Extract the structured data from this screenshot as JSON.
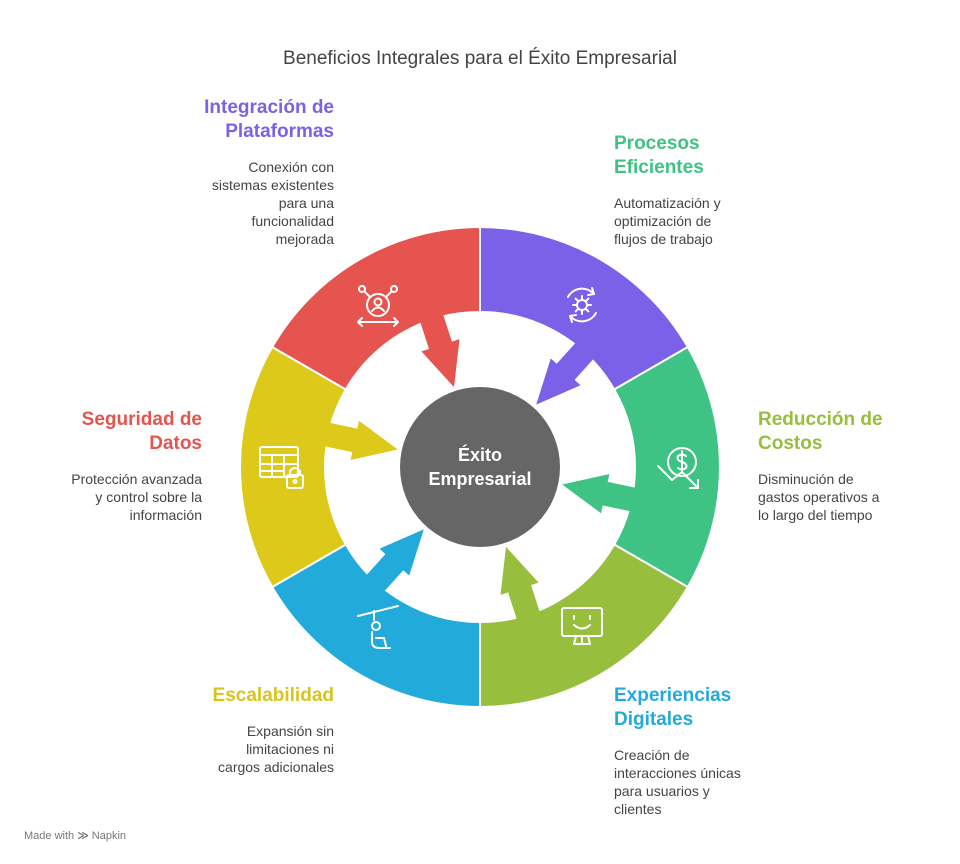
{
  "title": "Beneficios Integrales para el Éxito Empresarial",
  "center": {
    "line1": "Éxito",
    "line2": "Empresarial",
    "color": "#666666"
  },
  "segments": [
    {
      "id": "plataformas",
      "title_lines": [
        "Integración de",
        "Plataformas"
      ],
      "desc_lines": [
        "Conexión con",
        "sistemas existentes",
        "para una",
        "funcionalidad",
        "mejorada"
      ],
      "color": "#7B61E8",
      "icon": "user-network-icon"
    },
    {
      "id": "procesos",
      "title_lines": [
        "Procesos",
        "Eficientes"
      ],
      "desc_lines": [
        "Automatización y",
        "optimización de",
        "flujos de trabajo"
      ],
      "color": "#3EC384",
      "icon": "gear-cycle-icon"
    },
    {
      "id": "costos",
      "title_lines": [
        "Reducción de",
        "Costos"
      ],
      "desc_lines": [
        "Disminución de",
        "gastos operativos a",
        "lo largo del tiempo"
      ],
      "color": "#97BE3C",
      "icon": "dollar-down-icon"
    },
    {
      "id": "digitales",
      "title_lines": [
        "Experiencias",
        "Digitales"
      ],
      "desc_lines": [
        "Creación de",
        "interacciones únicas",
        "para usuarios y",
        "clientes"
      ],
      "color": "#22AADB",
      "icon": "smiley-monitor-icon"
    },
    {
      "id": "escalabilidad",
      "title_lines": [
        "Escalabilidad"
      ],
      "desc_lines": [
        "Expansión sin",
        "limitaciones ni",
        "cargos adicionales"
      ],
      "color": "#DDC91A",
      "icon": "ski-lift-icon"
    },
    {
      "id": "seguridad",
      "title_lines": [
        "Seguridad de",
        "Datos"
      ],
      "desc_lines": [
        "Protección avanzada",
        "y control sobre la",
        "información"
      ],
      "color": "#E5544F",
      "icon": "locked-table-icon"
    }
  ],
  "footer": {
    "made_with": "Made with",
    "brand": "Napkin"
  }
}
